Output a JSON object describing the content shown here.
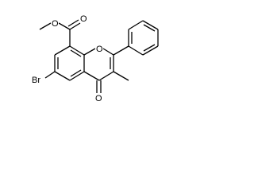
{
  "structure": {
    "atoms": {
      "ester_carbonyl_o": "O",
      "ester_ether_o": "O",
      "ring_o": "O",
      "ketone_o": "O",
      "bromine": "Br"
    }
  },
  "colors": {
    "bond": "#000000",
    "label": "#000000",
    "background": "#ffffff"
  }
}
